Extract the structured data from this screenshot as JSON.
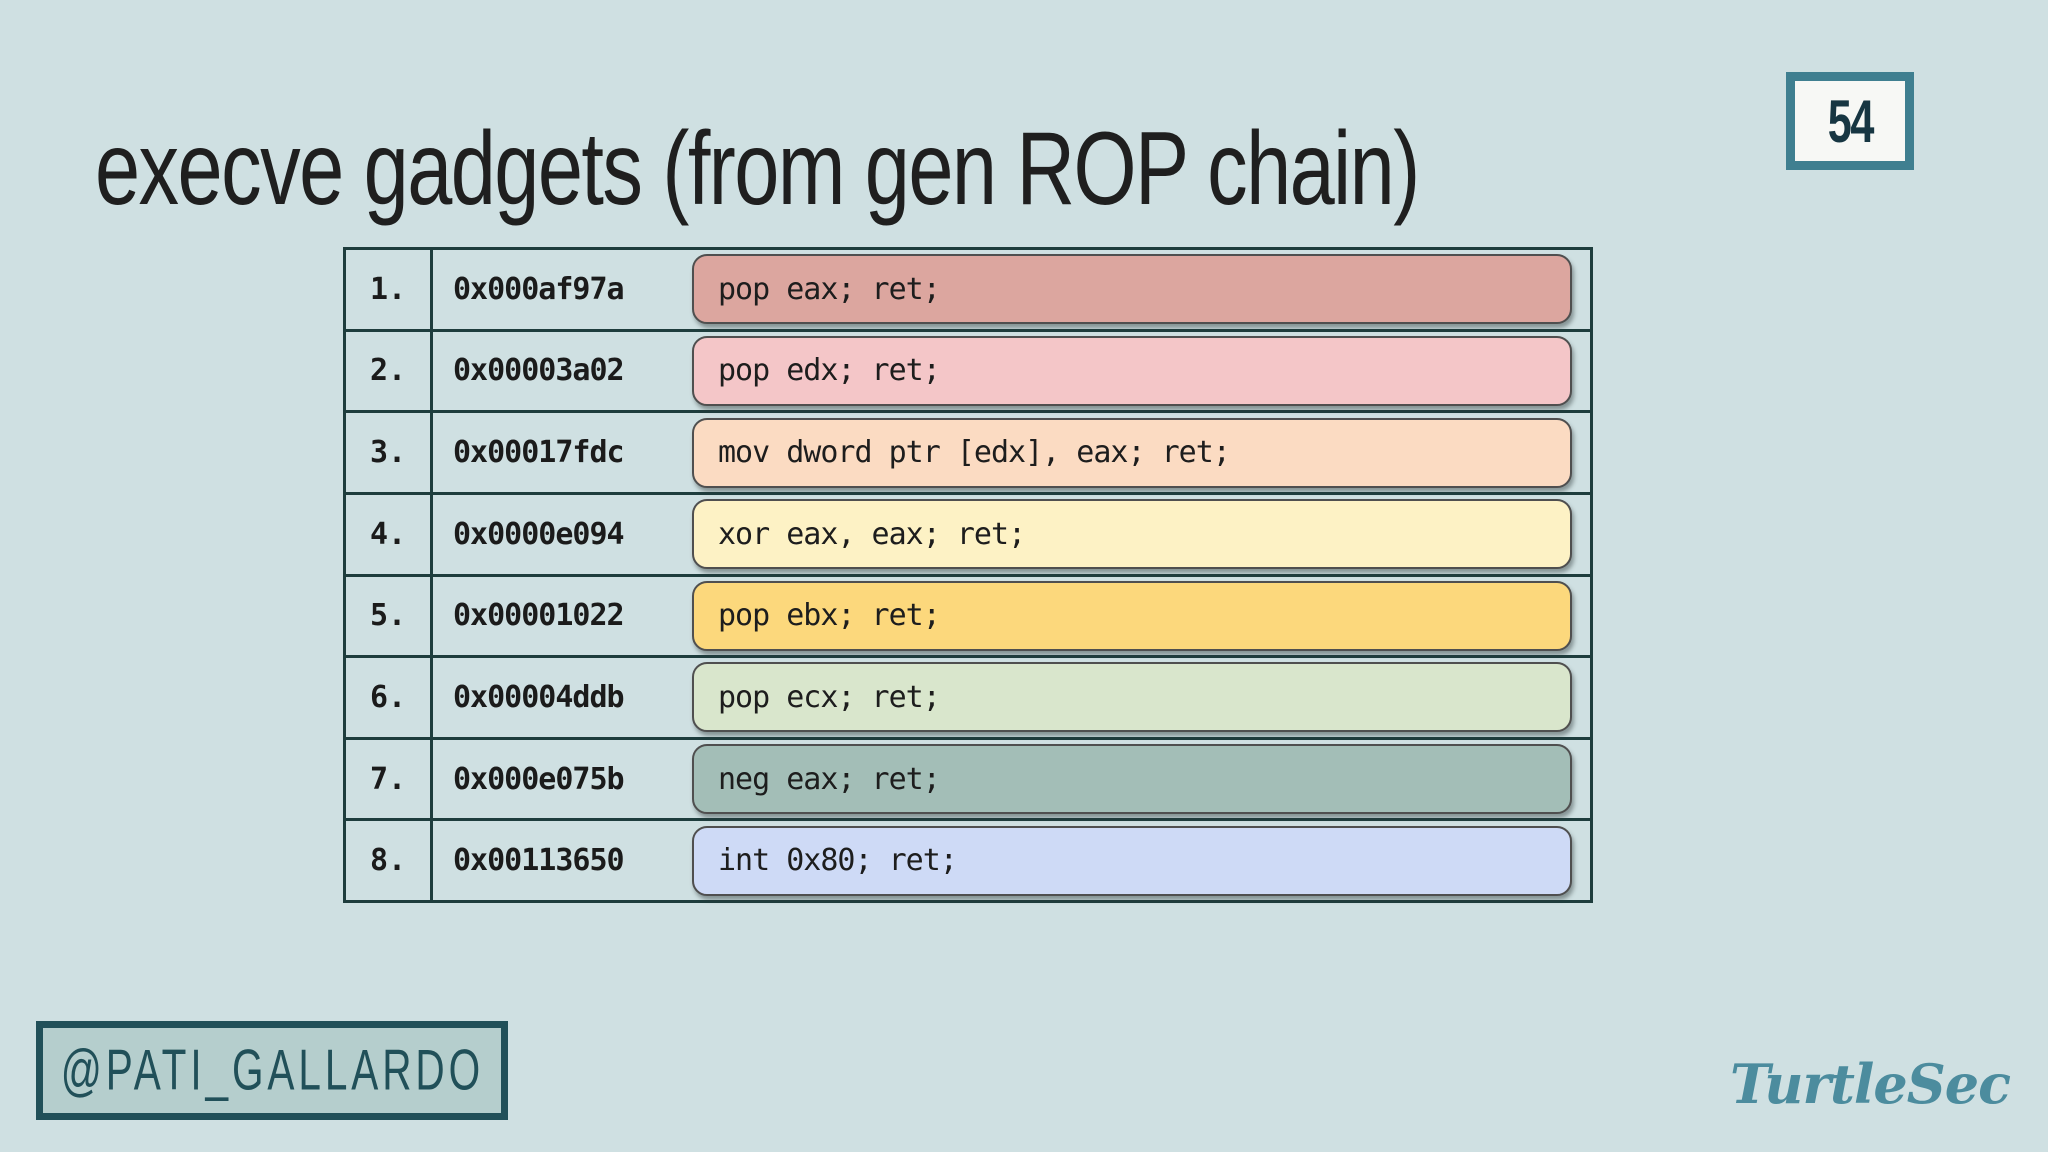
{
  "slide": {
    "title": "execve gadgets (from gen ROP chain)",
    "page_number": "54"
  },
  "table": {
    "columns": [
      "index",
      "address",
      "instruction"
    ],
    "rows": [
      {
        "index": "1.",
        "address": "0x000af97a",
        "instruction": "pop eax; ret;",
        "color": "#dca69f"
      },
      {
        "index": "2.",
        "address": "0x00003a02",
        "instruction": "pop edx; ret;",
        "color": "#f4c6c8"
      },
      {
        "index": "3.",
        "address": "0x00017fdc",
        "instruction": "mov dword ptr [edx], eax; ret;",
        "color": "#fbdbc2"
      },
      {
        "index": "4.",
        "address": "0x0000e094",
        "instruction": "xor eax, eax; ret;",
        "color": "#fdf2c5"
      },
      {
        "index": "5.",
        "address": "0x00001022",
        "instruction": "pop ebx; ret;",
        "color": "#fcd87c"
      },
      {
        "index": "6.",
        "address": "0x00004ddb",
        "instruction": "pop ecx; ret;",
        "color": "#d9e6cc"
      },
      {
        "index": "7.",
        "address": "0x000e075b",
        "instruction": "neg eax; ret;",
        "color": "#a3beb7"
      },
      {
        "index": "8.",
        "address": "0x00113650",
        "instruction": "int 0x80; ret;",
        "color": "#cedaf6"
      }
    ]
  },
  "footer": {
    "handle": "@PATI_GALLARDO",
    "brand": "TurtleSec"
  },
  "colors": {
    "background": "#cfe0e2",
    "table_border": "#1e3d3d",
    "accent_teal": "#3f7f90",
    "handle_teal": "#215059",
    "brand_teal": "#4c8c9e"
  }
}
